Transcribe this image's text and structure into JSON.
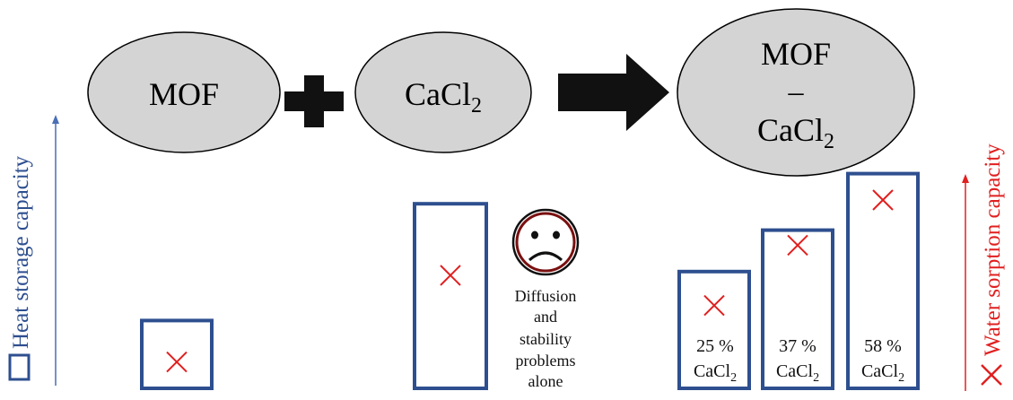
{
  "reactants": {
    "mof": {
      "label": "MOF"
    },
    "cacl2": {
      "base": "CaCl",
      "sub": "2"
    }
  },
  "product": {
    "line1": "MOF",
    "dash": "–",
    "base": "CaCl",
    "sub": "2"
  },
  "left_axis": {
    "label": "Heat storage capacity",
    "legend_symbol": "square"
  },
  "right_axis": {
    "label": "Water sorption capacity",
    "legend_symbol": "cross"
  },
  "bars": [
    {
      "id": "mof-alone",
      "heat_storage_level": 0.18,
      "water_sorption_level": 0.07
    },
    {
      "id": "cacl2-alone",
      "heat_storage_level": 0.49,
      "water_sorption_level": 0.3
    },
    {
      "id": "mof-cacl2-25",
      "heat_storage_level": 0.31,
      "water_sorption_level": 0.22,
      "line1": "25 %",
      "base": "CaCl",
      "sub": "2"
    },
    {
      "id": "mof-cacl2-37",
      "heat_storage_level": 0.42,
      "water_sorption_level": 0.38,
      "line1": "37 %",
      "base": "CaCl",
      "sub": "2"
    },
    {
      "id": "mof-cacl2-58",
      "heat_storage_level": 0.57,
      "water_sorption_level": 0.5,
      "line1": "58 %",
      "base": "CaCl",
      "sub": "2"
    }
  ],
  "sad_note": {
    "line1": "Diffusion",
    "line2": "and",
    "line3": "stability",
    "line4": "problems",
    "line5": "alone"
  },
  "colors": {
    "ellipse_fill": "#d4d4d4",
    "ellipse_stroke": "#000000",
    "bar_stroke": "#2e4f8f",
    "cross": "#e02020",
    "left_axis": "#4a6fb5",
    "right_axis": "#e02020",
    "face": "#7a1010"
  }
}
